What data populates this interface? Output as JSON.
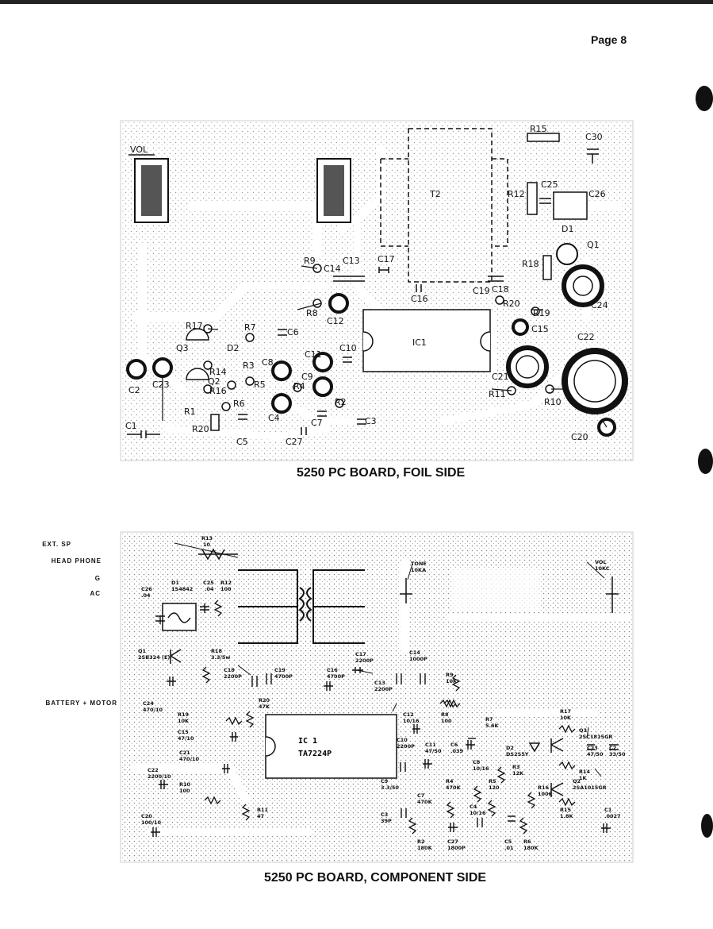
{
  "page": {
    "number": "Page 8"
  },
  "foil_side": {
    "caption": "5250 PC BOARD, FOIL SIDE",
    "labels": {
      "VOL": "VOL",
      "R15": "R15",
      "C30": "C30",
      "T2": "T2",
      "R12": "R12",
      "C25": "C25",
      "C26": "C26",
      "D1": "D1",
      "Q1": "Q1",
      "R18": "R18",
      "C24": "C24",
      "R9": "R9",
      "C14": "C14",
      "C13": "C13",
      "C17": "C17",
      "C16": "C16",
      "C19": "C19",
      "C18": "C18",
      "R8": "R8",
      "C12": "C12",
      "R20top": "R20",
      "R19": "R19",
      "C15": "C15",
      "C22": "C22",
      "R17": "R17",
      "R7": "R7",
      "C6": "C6",
      "C11": "C11",
      "C10": "C10",
      "IC1": "IC1",
      "Q3": "Q3",
      "D2": "D2",
      "R14": "R14",
      "R3": "R3",
      "C8": "C8",
      "C9": "C9",
      "C21": "C21",
      "C2": "C2",
      "C23": "C23",
      "Q2": "Q2",
      "R5": "R5",
      "R4": "R4",
      "R16": "R16",
      "R2": "R2",
      "R11": "R11",
      "R10": "R10",
      "R6": "R6",
      "R1": "R1",
      "C4": "C4",
      "C1": "C1",
      "R20": "R20",
      "C7": "C7",
      "C3": "C3",
      "C5": "C5",
      "C27": "C27",
      "C20": "C20"
    }
  },
  "component_side": {
    "caption": "5250 PC BOARD, COMPONENT SIDE",
    "side_labels": {
      "ext_sp": "EXT. SP",
      "head_phone": "HEAD PHONE",
      "g": "G",
      "ac": "AC",
      "battery_motor": "BATTERY + MOTOR"
    },
    "labels": {
      "r13": [
        "R13",
        "10"
      ],
      "c26": [
        "C26",
        ".04"
      ],
      "d1": [
        "D1",
        "1S4842"
      ],
      "c25": [
        "C25",
        ".04"
      ],
      "r12": [
        "R12",
        "100"
      ],
      "tone": [
        "TONE",
        "10KA"
      ],
      "vol": [
        "VOL",
        "10KC"
      ],
      "q1": [
        "Q1",
        "2SB324 (E)"
      ],
      "r18": [
        "R18",
        "3.3/5w"
      ],
      "c17": [
        "C17",
        "2200P"
      ],
      "c14": [
        "C14",
        "1000P"
      ],
      "c18": [
        "C18",
        "2200P"
      ],
      "c19": [
        "C19",
        "4700P"
      ],
      "c16": [
        "C16",
        "4700P"
      ],
      "c13": [
        "C13",
        "2200P"
      ],
      "r9": [
        "R9",
        "10K"
      ],
      "c24": [
        "C24",
        "470/10"
      ],
      "r20": [
        "R20",
        "47K"
      ],
      "r19": [
        "R19",
        "10K"
      ],
      "c15": [
        "C15",
        "47/10"
      ],
      "c12": [
        "C12",
        "10/16"
      ],
      "r8": [
        "R8",
        "100"
      ],
      "r7": [
        "R7",
        "5.6K"
      ],
      "r17": [
        "R17",
        "10K"
      ],
      "q3": [
        "Q3",
        "2SC1815GR"
      ],
      "ic1": [
        "IC 1",
        "TA7224P"
      ],
      "c10": [
        "C10",
        "2200P"
      ],
      "c11": [
        "C11",
        "47/50"
      ],
      "c6": [
        "C6",
        ".039"
      ],
      "d2": [
        "D2",
        "DS2S5Y"
      ],
      "c23": [
        "C23",
        "47/50"
      ],
      "c2": [
        "C2",
        "33/50"
      ],
      "c21": [
        "C21",
        "470/10"
      ],
      "c8": [
        "C8",
        "10/16"
      ],
      "r3": [
        "R3",
        "12K"
      ],
      "r14": [
        "R14",
        "1K"
      ],
      "q2": [
        "Q2",
        "2SA1015GR"
      ],
      "c22": [
        "C22",
        "2200/10"
      ],
      "r10": [
        "R10",
        "100"
      ],
      "c9": [
        "C9",
        "3.3/50"
      ],
      "r4": [
        "R4",
        "470K"
      ],
      "r5": [
        "R5",
        "120"
      ],
      "r16": [
        "R16",
        "100K"
      ],
      "c7": [
        "C7",
        "470K"
      ],
      "c4": [
        "C4",
        "10/16"
      ],
      "r11": [
        "R11",
        "47"
      ],
      "r15": [
        "R15",
        "1.8K"
      ],
      "c1": [
        "C1",
        ".0027"
      ],
      "c20": [
        "C20",
        "100/10"
      ],
      "c3": [
        "C3",
        "39P"
      ],
      "r2": [
        "R2",
        "180K"
      ],
      "c27": [
        "C27",
        "1800P"
      ],
      "c5": [
        "C5",
        ".01"
      ],
      "r6": [
        "R6",
        "180K"
      ]
    }
  }
}
